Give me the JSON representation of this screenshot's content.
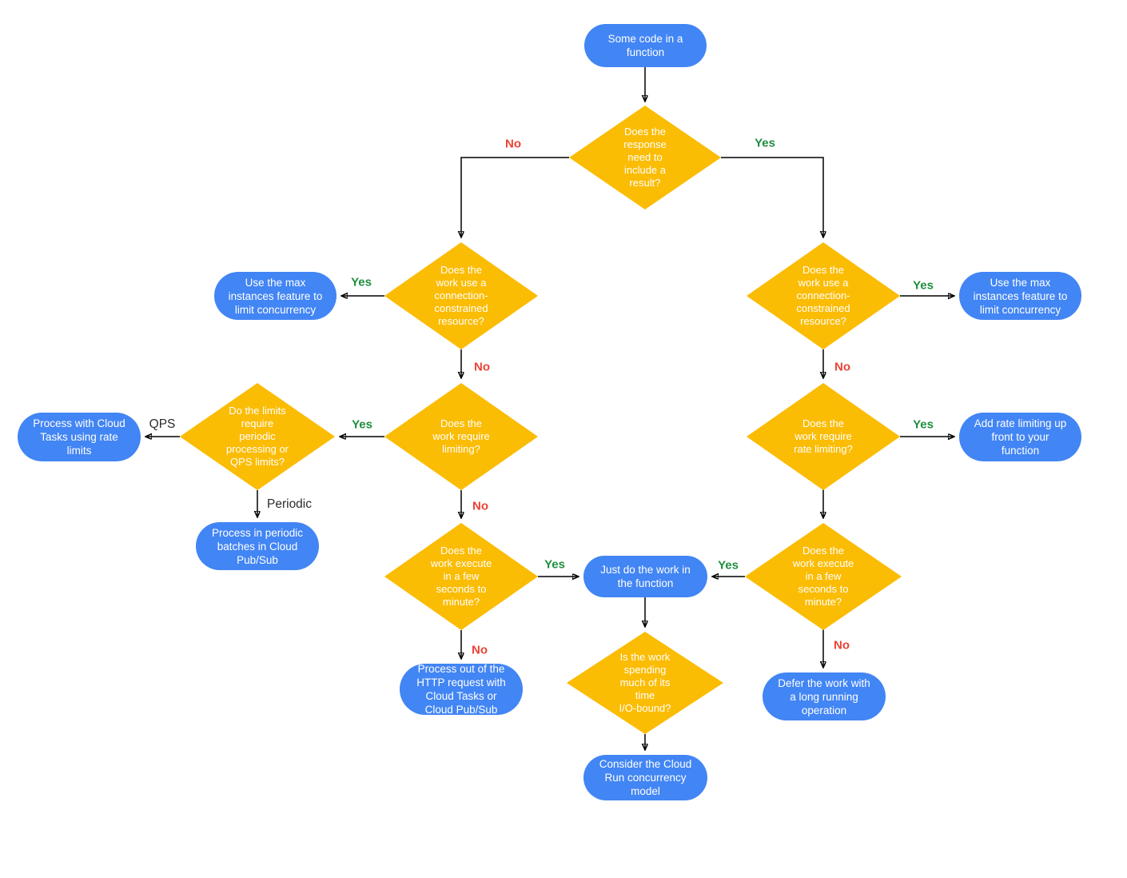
{
  "colors": {
    "node_blue": "#4285f4",
    "node_yellow": "#fbbc04",
    "yes_green": "#1e8e3e",
    "no_red": "#ea4335",
    "edge_black": "#000000"
  },
  "nodes": {
    "start": "Some code in a\nfunction",
    "q_result": "Does the\nresponse\nneed to\ninclude a\nresult?",
    "q_conn_left": "Does the\nwork use a\nconnection-\nconstrained\nresource?",
    "q_conn_right": "Does the\nwork use a\nconnection-\nconstrained\nresource?",
    "use_max_left": "Use the max\ninstances feature to\nlimit concurrency",
    "use_max_right": "Use the max\ninstances feature to\nlimit concurrency",
    "q_limit": "Does the\nwork require\nlimiting?",
    "q_qps": "Do the limits\nrequire\nperiodic\nprocessing or\nQPS limits?",
    "tasks_rate": "Process with Cloud\nTasks using rate\nlimits",
    "periodic_batches": "Process in periodic\nbatches in Cloud\nPub/Sub",
    "q_rate": "Does the\nwork require\nrate limiting?",
    "add_rate": "Add rate limiting up\nfront to your\nfunction",
    "q_exec_left": "Does the\nwork execute\nin a few\nseconds to\nminute?",
    "q_exec_right": "Does the\nwork execute\nin a few\nseconds to\nminute?",
    "just_do": "Just do the work in\nthe function",
    "q_io": "Is the work\nspending\nmuch of its\ntime\nI/O-bound?",
    "process_http": "Process out of the\nHTTP request with\nCloud Tasks or\nCloud Pub/Sub",
    "defer": "Defer the work with\na long running\noperation",
    "cloud_run": "Consider the Cloud\nRun concurrency\nmodel"
  },
  "edge_labels": {
    "yes": "Yes",
    "no": "No",
    "qps": "QPS",
    "periodic": "Periodic"
  }
}
